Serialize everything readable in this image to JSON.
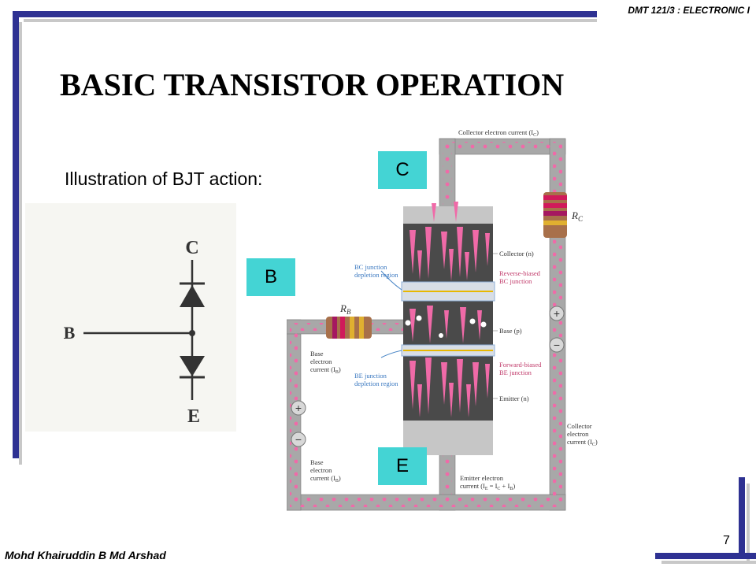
{
  "header": {
    "course": "DMT 121/3 : ELECTRONIC I"
  },
  "slide": {
    "title": "BASIC TRANSISTOR OPERATION",
    "subtitle": "Illustration of BJT action:",
    "page_number": "7"
  },
  "footer": {
    "author": "Mohd Khairuddin B Md Arshad"
  },
  "terminal_boxes": {
    "collector": "C",
    "base": "B",
    "emitter": "E"
  },
  "symbol": {
    "collector": "C",
    "base": "B",
    "emitter": "E"
  },
  "figure": {
    "collector_current_top": "Collector electron current (I",
    "collector_current_top_sub": "C",
    "rc_label": "R",
    "rc_sub": "C",
    "rb_label": "R",
    "rb_sub": "B",
    "collector_region": "Collector (n)",
    "base_region": "Base (p)",
    "emitter_region": "Emitter (n)",
    "bc_depletion_1": "BC junction",
    "bc_depletion_2": "depletion region",
    "reverse_biased_1": "Reverse-biased",
    "reverse_biased_2": "BC junction",
    "be_depletion_1": "BE junction",
    "be_depletion_2": "depletion region",
    "forward_biased_1": "Forward-biased",
    "forward_biased_2": "BE junction",
    "base_current_1_a": "Base",
    "base_current_1_b": "electron",
    "base_current_1_c": "current (I",
    "base_current_1_sub": "B",
    "base_current_2_a": "Base",
    "base_current_2_b": "electron",
    "base_current_2_c": "current (I",
    "base_current_2_sub": "B",
    "collector_current_right_a": "Collector",
    "collector_current_right_b": "electron",
    "collector_current_right_c": "current (I",
    "collector_current_right_sub": "C",
    "emitter_current_a": "Emitter electron",
    "emitter_current_b": "current (I",
    "emitter_current_b_rest": " = I",
    "emitter_current_b_rest2": " + I",
    "emitter_current_sub_e": "E",
    "emitter_current_sub_c": "C",
    "emitter_current_sub_b": "B",
    "close_paren": ")",
    "plus": "+",
    "minus": "−"
  },
  "colors": {
    "frame": "#2e3192",
    "accent_box": "#44d4d4",
    "electron": "#f06aa8",
    "wire": "#a8a8a8",
    "semiconductor": "#4a4a4a"
  }
}
